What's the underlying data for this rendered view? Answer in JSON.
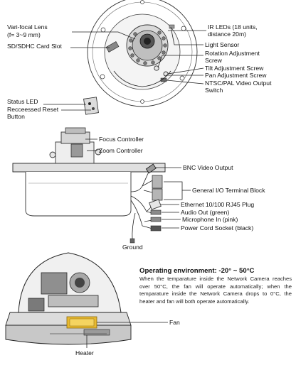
{
  "top_view": {
    "lens_label": "Vari-focal Lens",
    "lens_sub": "(f= 3~9 mm)",
    "card_slot": "SD/SDHC Card Slot",
    "status_led": "Status LED",
    "reset_label": "Recceessed Reset",
    "reset_label2": "Button",
    "ir_leds": "IR LEDs (18 units,",
    "ir_leds2": "distance 20m)",
    "light_sensor": "Light Sensor",
    "rotation": "Rotation Adjustment",
    "rotation2": "Screw",
    "tilt": "Tilt Adjustment Screw",
    "pan": "Pan Adjustment Screw",
    "ntsc": "NTSC/PAL Video Output",
    "ntsc2": "Switch"
  },
  "side_view": {
    "focus": "Focus Controller",
    "zoom": "Zoom Controller",
    "bnc": "BNC Video Output",
    "gio": "General I/O Terminal Block",
    "ethernet": "Ethernet 10/100 RJ45 Plug",
    "audio_out": "Audio Out (green)",
    "mic": "Microphone In (pink)",
    "power": "Power Cord Socket (black)",
    "ground": "Ground"
  },
  "cutaway": {
    "fan": "Fan",
    "heater": "Heater"
  },
  "operating": {
    "title": "Operating environment: -20° ~ 50°C",
    "body": "When the temparature inside the Network Camera reaches over 50°C, the fan will operate automatically; when the temparature inside the Network Camera drops to 0°C, the heater and fan will both operate automatically."
  }
}
